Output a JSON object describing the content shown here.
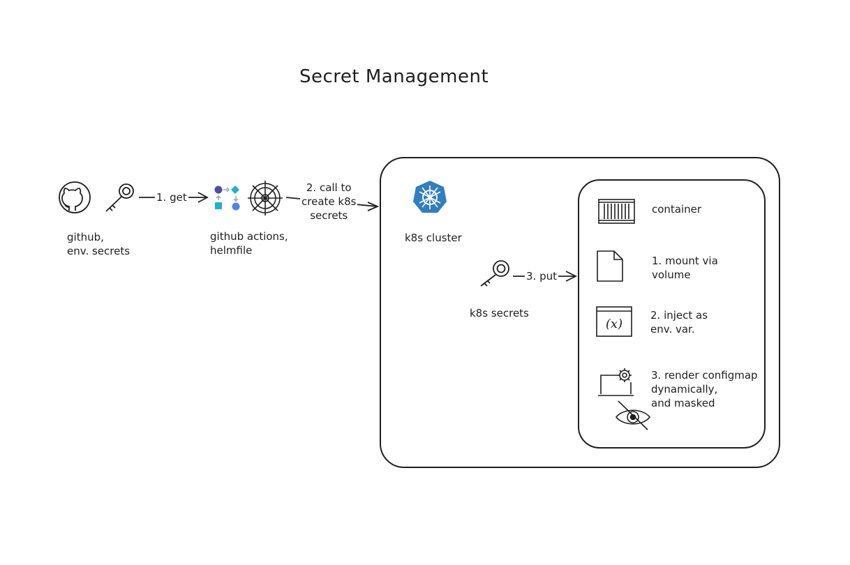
{
  "title": "Secret Management",
  "nodes": {
    "github": {
      "label": "github,\nenv. secrets",
      "icon": "github-icon"
    },
    "github_key": {
      "icon": "key-icon"
    },
    "actions": {
      "label": "github actions,\nhelmfile",
      "icon": "workflow-icon",
      "icon2": "helm-icon"
    },
    "cluster": {
      "label": "k8s cluster",
      "icon": "kubernetes-icon",
      "icon_color": "#2f7fc1"
    },
    "k8s_secrets": {
      "label": "k8s secrets",
      "icon": "key-icon"
    }
  },
  "edges": {
    "get": "1. get",
    "call": "2. call to\ncreate k8s\nsecrets",
    "put": "3. put"
  },
  "container_panel": {
    "items": [
      {
        "label": "container",
        "icon": "container-icon"
      },
      {
        "label": "1. mount via\nvolume",
        "icon": "file-icon"
      },
      {
        "label": "2. inject as\nenv. var.",
        "icon": "variable-icon",
        "glyph": "(x)"
      },
      {
        "label": "3. render configmap\ndynamically,\nand masked",
        "icon": "laptop-settings-icon",
        "icon2": "eye-slash-icon"
      }
    ]
  }
}
